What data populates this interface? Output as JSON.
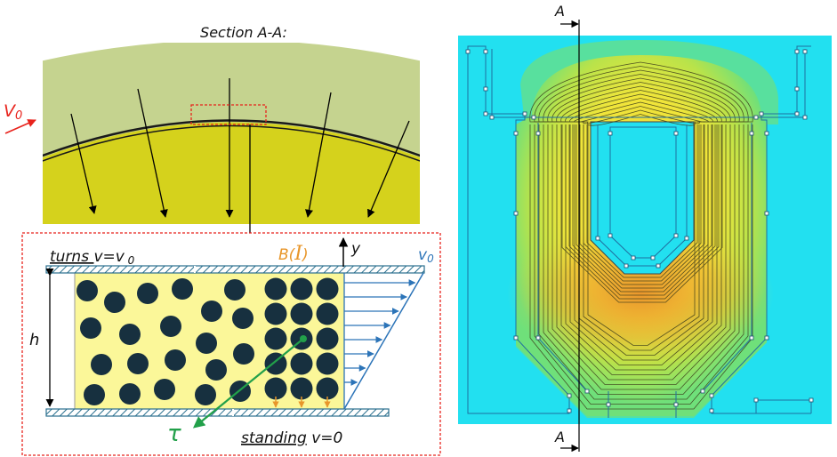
{
  "section_title": "Section A-A:",
  "v0_label": "V",
  "v0_sub": "0",
  "turns_label": "turns ",
  "turns_eq": "v=v",
  "turns_sub": " 0",
  "b_label_pre": "B(",
  "b_label_i": "I",
  "b_label_post": ")",
  "y_label": "y",
  "v0_right": "v",
  "v0_right_sub": "0",
  "h_label": "h",
  "tau_label": "τ",
  "standing_label": "standing",
  "standing_eq": " v=0",
  "section_marker_top": "A",
  "section_marker_bottom": "A",
  "colors": {
    "outer_ring": "#c5d38f",
    "inner_core": "#d5d21c",
    "particle": "#17303f",
    "fluid": "#fbf799",
    "velocity_arrow": "#2c74b8",
    "field_arrow": "#e8962a",
    "tau_arrow": "#22a04a",
    "v0_red": "#e8231c",
    "dashed_red": "#e8231c",
    "map_bg": "#22e0f0"
  }
}
